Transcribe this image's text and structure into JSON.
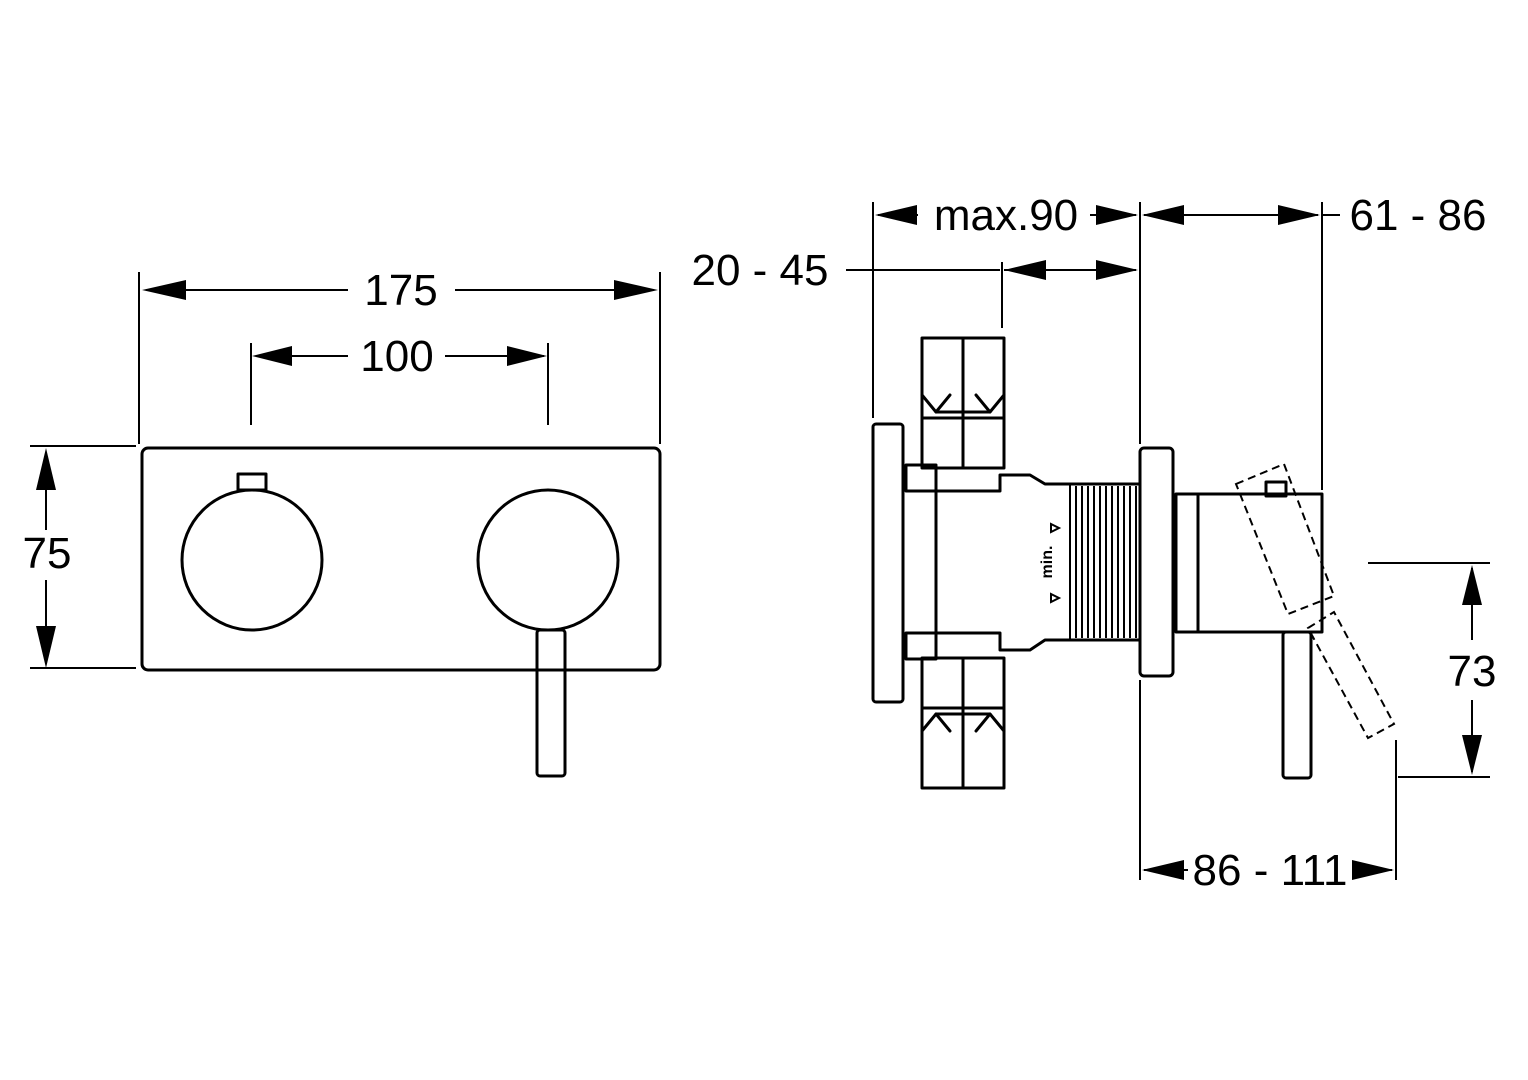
{
  "front_view": {
    "dim_total_width": "175",
    "dim_center_distance": "100",
    "dim_height": "75"
  },
  "side_view": {
    "dim_max_depth": "max.90",
    "dim_adjust_range": "20 - 45",
    "dim_handle_projection": "61 - 86",
    "dim_handle_height": "73",
    "dim_total_projection": "86 - 111",
    "min_marking": "min."
  }
}
